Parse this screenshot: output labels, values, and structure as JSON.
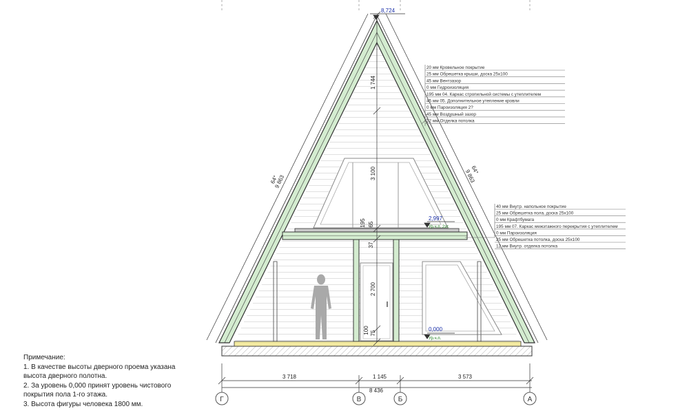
{
  "levels": {
    "ridge": "8,724",
    "floor2": "2,997",
    "floor2_name": "Ур.ч.п. 2эт.",
    "floor1": "0,000",
    "floor1_name": "Ур.ч.п."
  },
  "dimensions": {
    "slope_left": "9 863",
    "slope_right": "9 863",
    "angle_left": "64°",
    "angle_right": "64°",
    "v_top": "1 744",
    "v_attic": "3 100",
    "v_195": "195",
    "v_65": "65",
    "v_37": "37",
    "v_2700": "2 700",
    "v_100": "100",
    "v_75": "75",
    "h_left": "3 718",
    "h_mid": "1 145",
    "h_right": "3 573",
    "h_total": "8 436"
  },
  "axes": [
    "Г",
    "В",
    "Б",
    "А"
  ],
  "roof_layers": [
    "20 мм  Кровельное покрытие",
    "25 мм  Обрешетка крыши, доска 25х100",
    "45 мм  Вентзазор",
    " 0 мм  Гидроизоляция",
    "195 мм  04. Каркас стропильной системы с утеплителем",
    "45 мм  05. Дополнительное утепление кровли",
    " 0 мм  Пароизоляция 2?",
    "45 мм  Воздушный зазор",
    "12 мм  Отделка потолка"
  ],
  "floor_layers": [
    "40 мм  Внутр. напольное покрытие",
    "25 мм  Обрешетка пола, доска 25х100",
    " 0 мм  Крафтбумага",
    "195 мм  07. Каркас межэтажного перекрытия с утеплителем",
    " 0 мм  Пароизоляция",
    "25 мм  Обрешетка потолка, доска 25х100",
    "12 мм  Внутр. отделка потолка"
  ],
  "notes": {
    "title": "Примечание:",
    "lines": [
      "1. В качестве высоты дверного проема указана",
      "высота дверного полотна.",
      "2. За уровень 0,000 принят уровень чистового",
      "покрытия пола 1-го этажа.",
      "3. Высота фигуры человека 1800 мм."
    ]
  },
  "colors": {
    "frame": "#d4ecd0",
    "stroke": "#333333",
    "level_text": "#1a2fa8",
    "floor_fill": "#f3eaa0"
  }
}
